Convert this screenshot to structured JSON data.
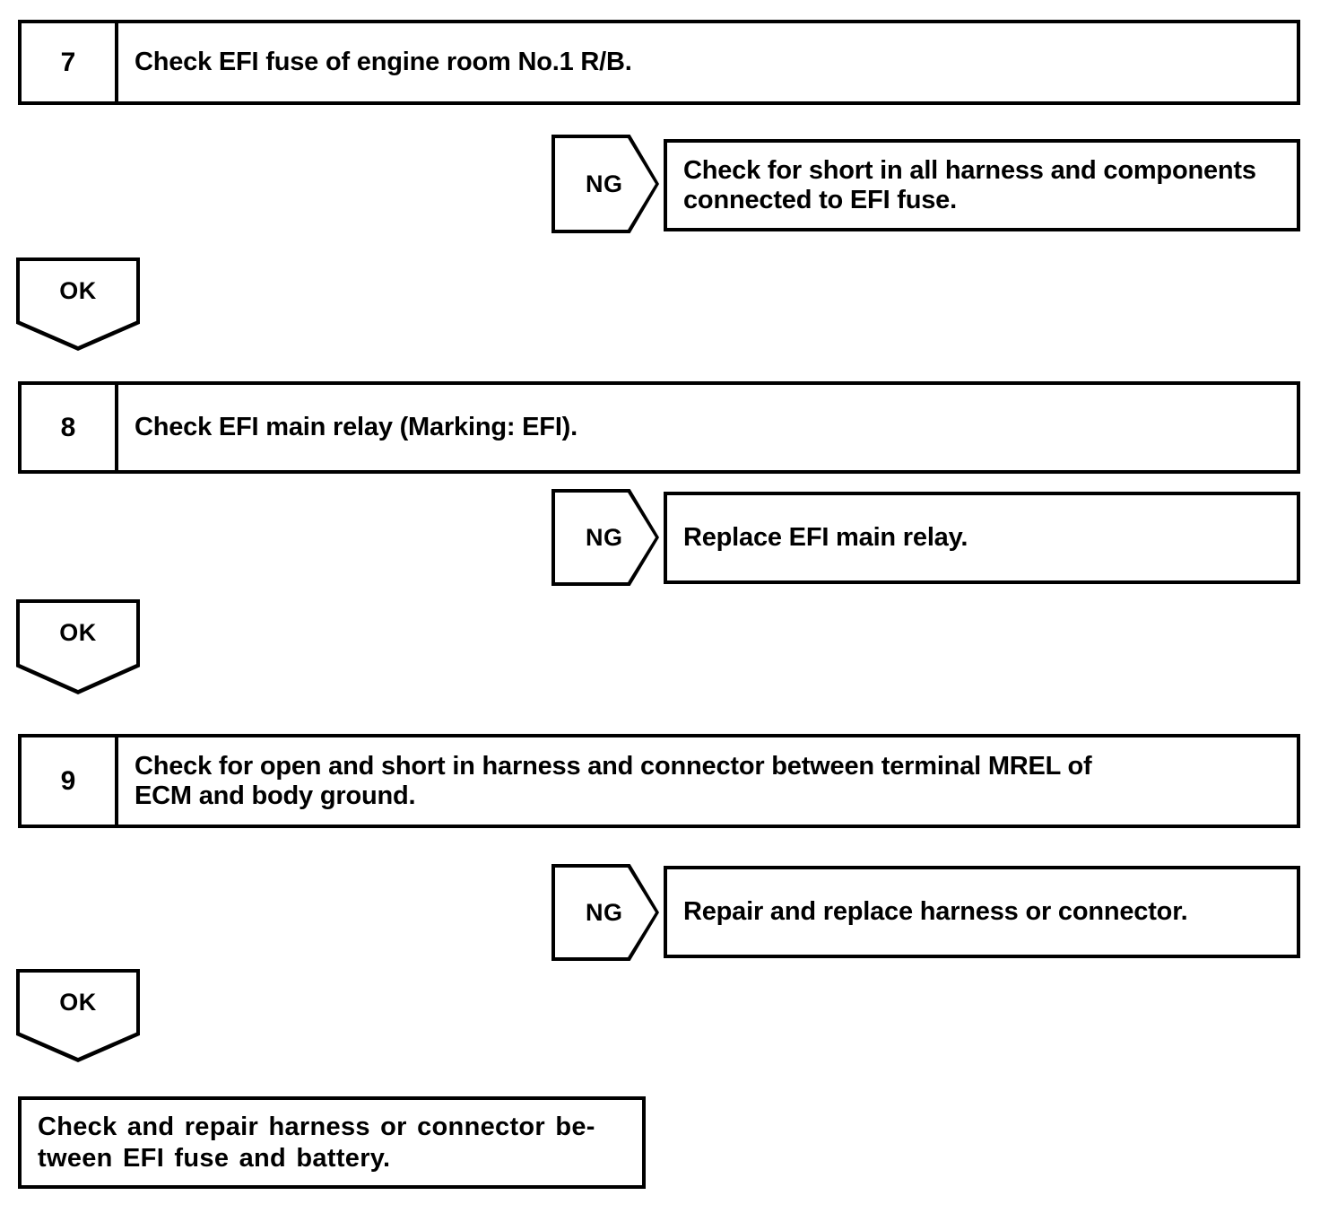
{
  "document": {
    "type": "troubleshooting-flowchart",
    "title": "EFI Circuit Diagnostic Flowchart"
  },
  "colors": {
    "line": "#000000",
    "background": "#ffffff",
    "text": "#000000"
  },
  "steps": [
    {
      "number": "7",
      "text": "Check EFI fuse of engine room No.1 R/B.",
      "ng": {
        "label": "NG",
        "action_line1": "Check for short in all harness and components",
        "action_line2": "connected to EFI fuse."
      },
      "ok": {
        "label": "OK"
      }
    },
    {
      "number": "8",
      "text": "Check EFI main relay (Marking: EFI).",
      "ng": {
        "label": "NG",
        "action_line1": "Replace EFI main relay.",
        "action_line2": ""
      },
      "ok": {
        "label": "OK"
      }
    },
    {
      "number": "9",
      "text_line1": "Check for open and short in harness and connector between terminal MREL of",
      "text_line2": "ECM and body ground.",
      "ng": {
        "label": "NG",
        "action_line1": "Repair and replace harness or connector.",
        "action_line2": ""
      },
      "ok": {
        "label": "OK"
      }
    }
  ],
  "final": {
    "line1": "Check and repair harness or connector be-",
    "line2": "tween EFI fuse and battery."
  }
}
